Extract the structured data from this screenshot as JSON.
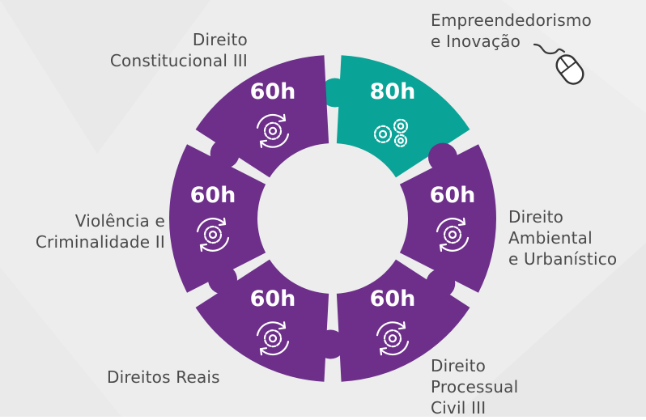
{
  "colors": {
    "background": "#ededed",
    "purple": "#6d2f8a",
    "teal": "#0aa397",
    "text": "#4a4a4a"
  },
  "segments": [
    {
      "id": "empreendedorismo",
      "hours": "80h",
      "label_lines": [
        "Empreendedorismo",
        "e Inovação"
      ],
      "color": "teal",
      "icon": "gears-icon"
    },
    {
      "id": "ambiental",
      "hours": "60h",
      "label_lines": [
        "Direito",
        "Ambiental",
        "e Urbanístico"
      ],
      "color": "purple",
      "icon": "gear-cycle-icon"
    },
    {
      "id": "processual",
      "hours": "60h",
      "label_lines": [
        "Direito",
        "Processual",
        "Civil III"
      ],
      "color": "purple",
      "icon": "gear-cycle-icon"
    },
    {
      "id": "reais",
      "hours": "60h",
      "label_lines": [
        "Direitos Reais"
      ],
      "color": "purple",
      "icon": "gear-cycle-icon"
    },
    {
      "id": "violencia",
      "hours": "60h",
      "label_lines": [
        "Violência e",
        "Criminalidade II"
      ],
      "color": "purple",
      "icon": "gear-cycle-icon"
    },
    {
      "id": "constitucional",
      "hours": "60h",
      "label_lines": [
        "Direito",
        "Constitucional III"
      ],
      "color": "purple",
      "icon": "gear-cycle-icon"
    }
  ],
  "decorations": {
    "mouse": "computer-mouse-icon"
  }
}
